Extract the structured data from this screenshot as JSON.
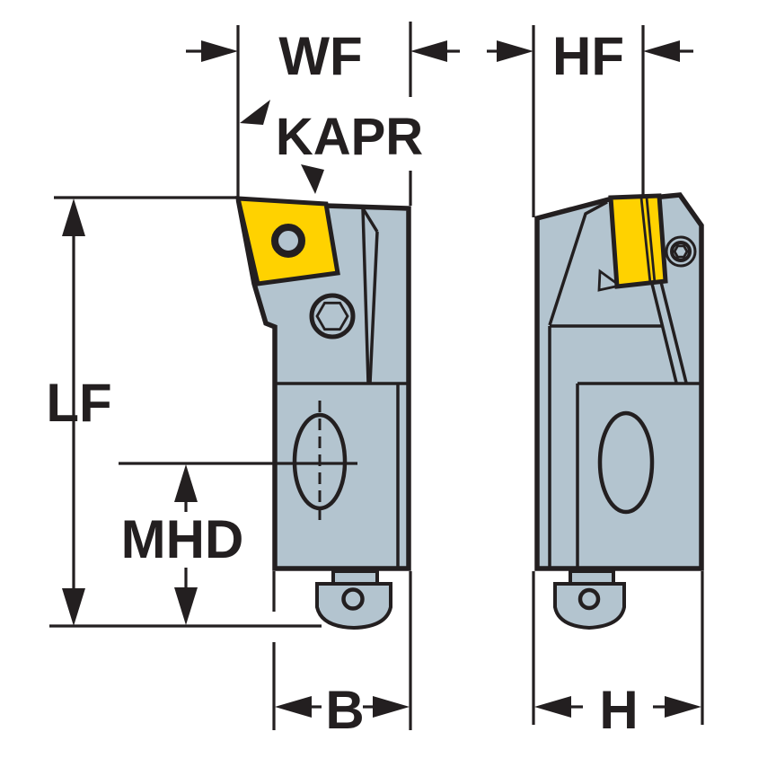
{
  "diagram": {
    "dimension_labels": {
      "wf": "WF",
      "hf": "HF",
      "kapr": "KAPR",
      "lf": "LF",
      "mhd": "MHD",
      "b": "B",
      "h": "H"
    },
    "colors": {
      "background": "#ffffff",
      "line": "#231f20",
      "body": "#b3c4cf",
      "insert": "#ffd200"
    }
  }
}
